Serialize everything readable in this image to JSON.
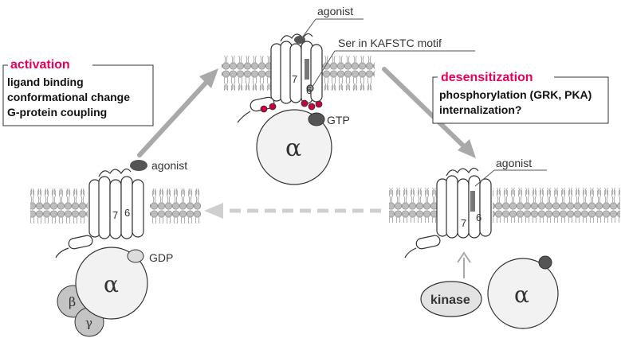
{
  "colors": {
    "accent": "#e8005c",
    "arrow": "#a9a9a9",
    "dashed_arrow": "#cfcfcf",
    "line": "#333333",
    "protein_fill": "#f2f2f2",
    "agonist_fill": "#555555",
    "phospho": "#c8003c"
  },
  "activation_box": {
    "title": "activation",
    "lines": [
      "ligand binding",
      "conformational change",
      "G-protein coupling"
    ]
  },
  "desensitization_box": {
    "title": "desensitization",
    "lines": [
      "phosphorylation (GRK, PKA)",
      "internalization?"
    ]
  },
  "top_receptor": {
    "agonist_label": "agonist",
    "motif_label": "Ser in KAFSTC motif",
    "gtp_label": "GTP",
    "helix_7": "7",
    "helix_6": "6",
    "alpha": "α"
  },
  "left_receptor": {
    "agonist_label": "agonist",
    "gdp_label": "GDP",
    "helix_7": "7",
    "helix_6": "6",
    "alpha": "α",
    "beta": "β",
    "gamma": "γ"
  },
  "right_receptor": {
    "agonist_label": "agonist",
    "kinase_label": "kinase",
    "helix_7": "7",
    "helix_6": "6",
    "alpha": "α"
  }
}
